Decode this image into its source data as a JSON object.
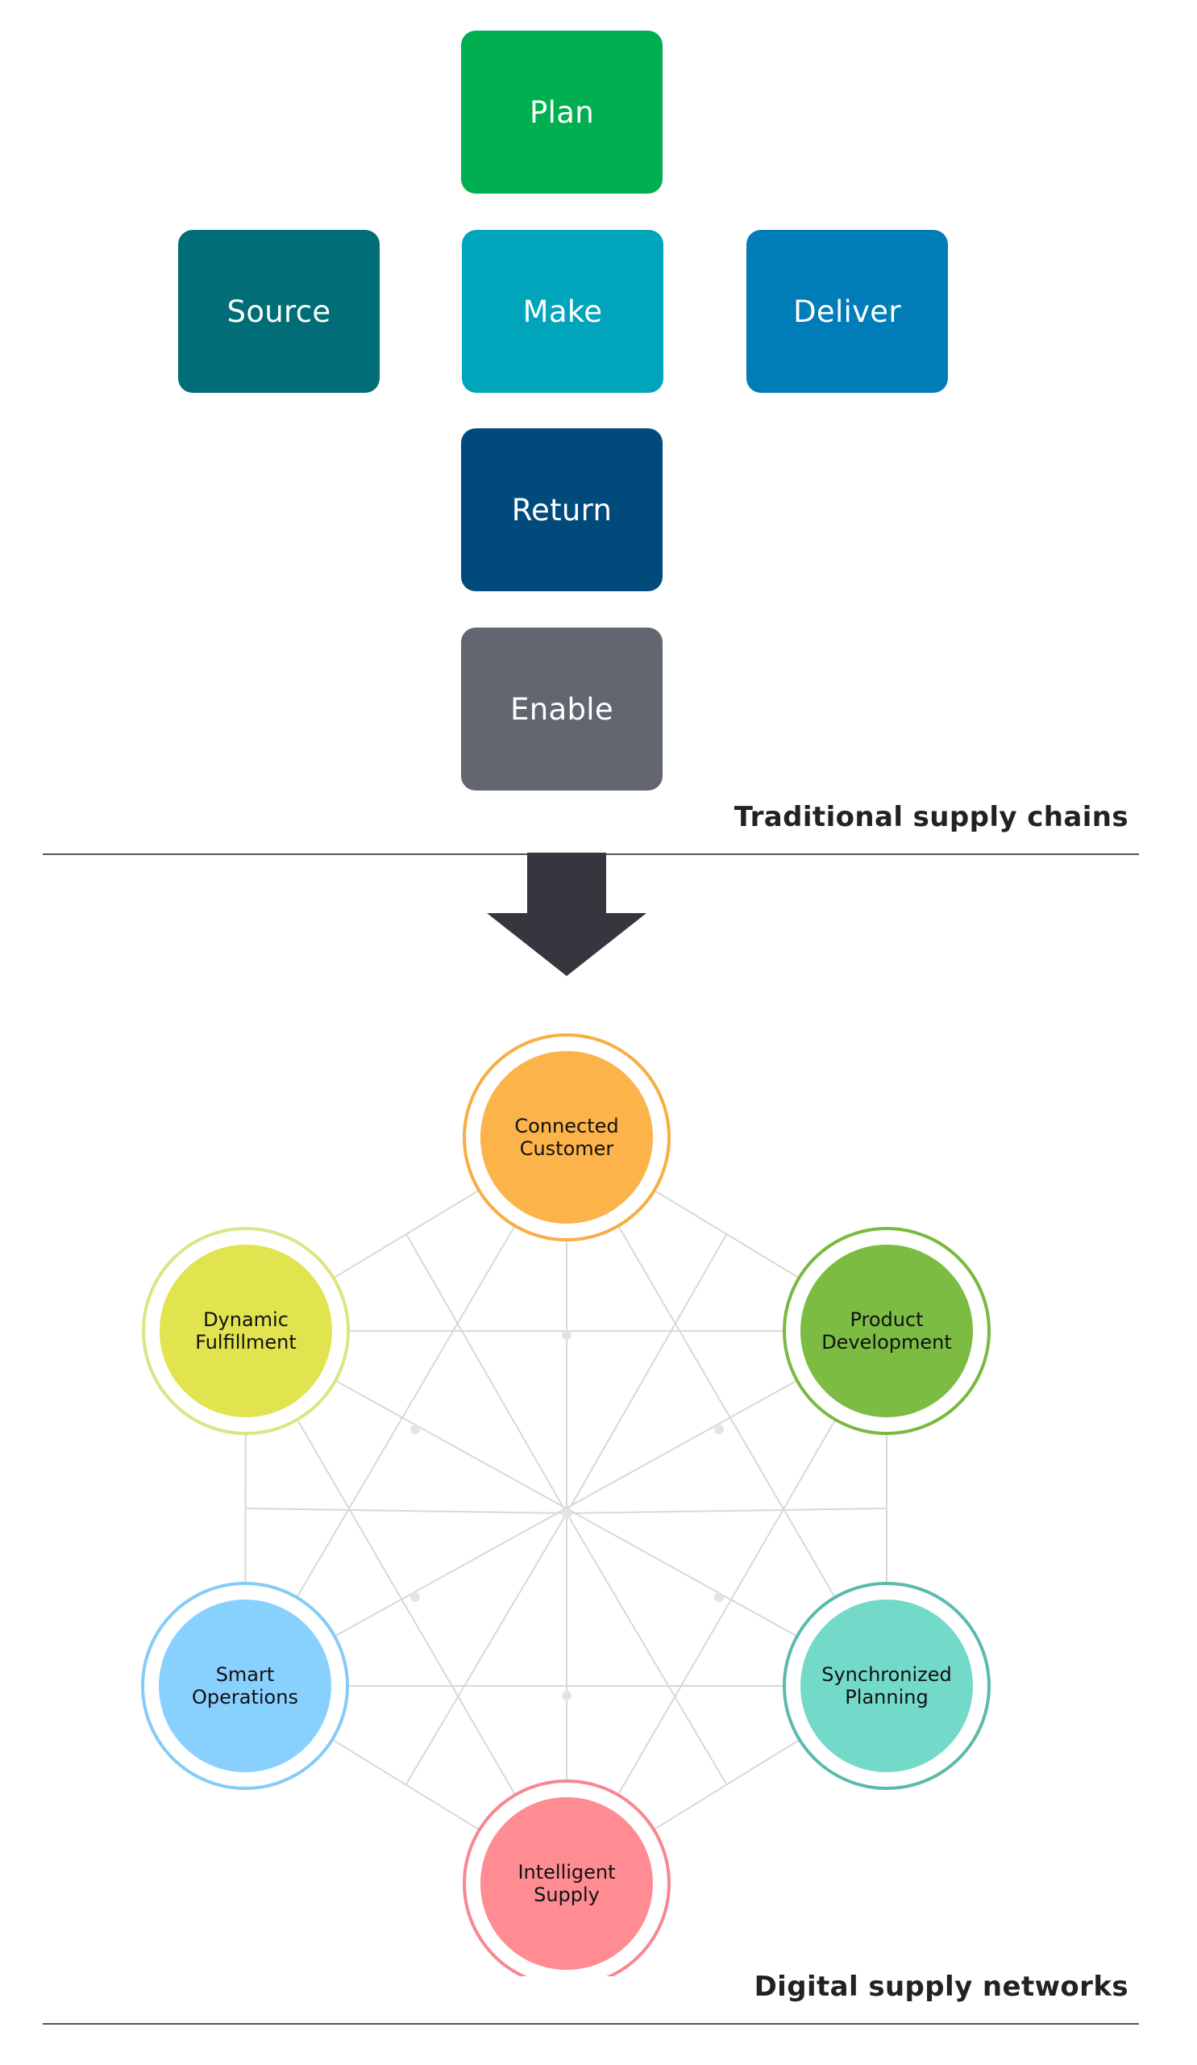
{
  "traditional": {
    "title": "Traditional supply chains",
    "boxes": [
      {
        "label": "Plan",
        "color": "#00AF50"
      },
      {
        "label": "Source",
        "color": "#006D77"
      },
      {
        "label": "Make",
        "color": "#00A5BC"
      },
      {
        "label": "Deliver",
        "color": "#007CB8"
      },
      {
        "label": "Return",
        "color": "#004A7C"
      },
      {
        "label": "Enable",
        "color": "#626670"
      }
    ]
  },
  "arrow": {
    "color": "#36363F"
  },
  "digital": {
    "title": "Digital supply networks",
    "nodes": [
      {
        "line1": "Connected",
        "line2": "Customer",
        "fill": "#FBB34A",
        "ring": "#F7AE43"
      },
      {
        "line1": "Product",
        "line2": "Development",
        "fill": "#7CBC43",
        "ring": "#79B940"
      },
      {
        "line1": "Synchronized",
        "line2": "Planning",
        "fill": "#73D9C8",
        "ring": "#5BBBAA"
      },
      {
        "line1": "Intelligent",
        "line2": "Supply",
        "fill": "#FE8C92",
        "ring": "#F68890"
      },
      {
        "line1": "Smart",
        "line2": "Operations",
        "fill": "#88D0FE",
        "ring": "#84CCF6"
      },
      {
        "line1": "Dynamic",
        "line2": "Fulfillment",
        "fill": "#E1E34F",
        "ring": "#DEE383"
      }
    ]
  }
}
